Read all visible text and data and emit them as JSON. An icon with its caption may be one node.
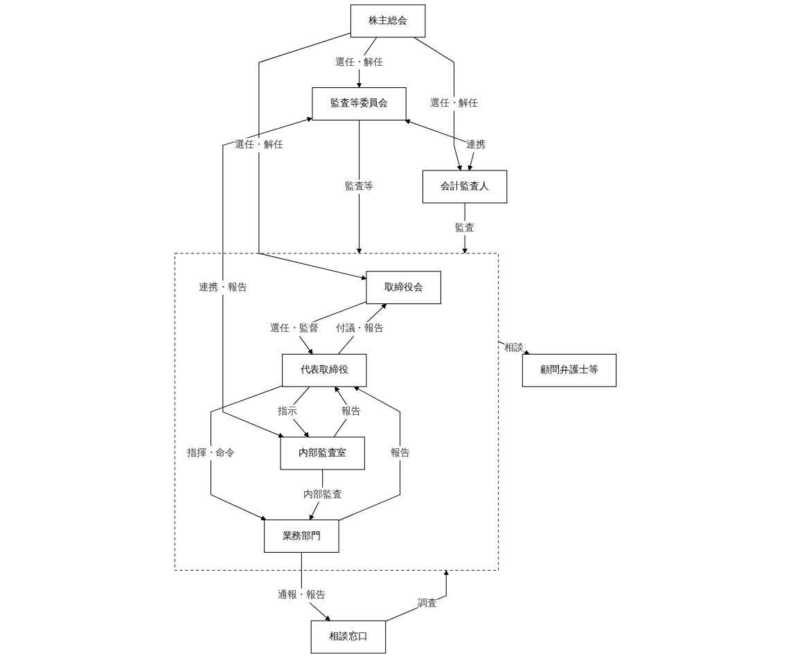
{
  "diagram": {
    "nodes": [
      {
        "text": [
          "株主総会"
        ]
      },
      {
        "text": [],
        "shape": "box"
      },
      {
        "text": [
          "取締役会"
        ],
        "in": 1
      },
      {
        "text": [
          "監査等委員会"
        ]
      },
      {
        "text": [
          "会計監査人"
        ]
      },
      {
        "text": [
          "代表取締役"
        ],
        "in": 1
      },
      {
        "text": [
          "内部監査室"
        ],
        "in": 1
      },
      {
        "text": [
          "業務部門"
        ],
        "in": 1
      },
      {
        "text": [
          "相談窓口"
        ]
      },
      {
        "text": [
          "顧問弁護士等"
        ]
      }
    ],
    "edges": [
      {
        "from": 0,
        "to": 2,
        "arrow": "to",
        "label": "選任・解任"
      },
      {
        "from": 0,
        "to": 3,
        "arrow": "to",
        "label": "選任・解任"
      },
      {
        "from": 0,
        "to": 4,
        "arrow": "to",
        "label": "選任・解任"
      },
      {
        "from": 3,
        "to": 4,
        "arrow": "both",
        "label": "連携"
      },
      {
        "from": 2,
        "to": 5,
        "arrow": "to",
        "label": "選任・監督"
      },
      {
        "from": 5,
        "to": 2,
        "arrow": "to",
        "label": "付議・報告"
      },
      {
        "from": 3,
        "to": 1,
        "arrow": "to",
        "label": "監査等"
      },
      {
        "from": 3,
        "to": 6,
        "arrow": "both",
        "label": "連携・報告"
      },
      {
        "from": 5,
        "to": 6,
        "arrow": "to",
        "label": "指示"
      },
      {
        "from": 6,
        "to": 5,
        "arrow": "to",
        "label": "報告"
      },
      {
        "from": 5,
        "to": 7,
        "arrow": "to",
        "label": "指揮・命令"
      },
      {
        "from": 7,
        "to": 5,
        "arrow": "to",
        "label": "報告"
      },
      {
        "from": 6,
        "to": 7,
        "arrow": "to",
        "label": "内部監査"
      },
      {
        "from": 4,
        "to": 1,
        "arrow": "to",
        "label": "監査"
      },
      {
        "from": 7,
        "to": 8,
        "arrow": "to",
        "label": "通報・報告"
      },
      {
        "from": 8,
        "to": 1,
        "arrow": "to",
        "label": "調査"
      },
      {
        "from": 1,
        "to": 9,
        "arrow": "to",
        "label": "相談"
      }
    ]
  }
}
